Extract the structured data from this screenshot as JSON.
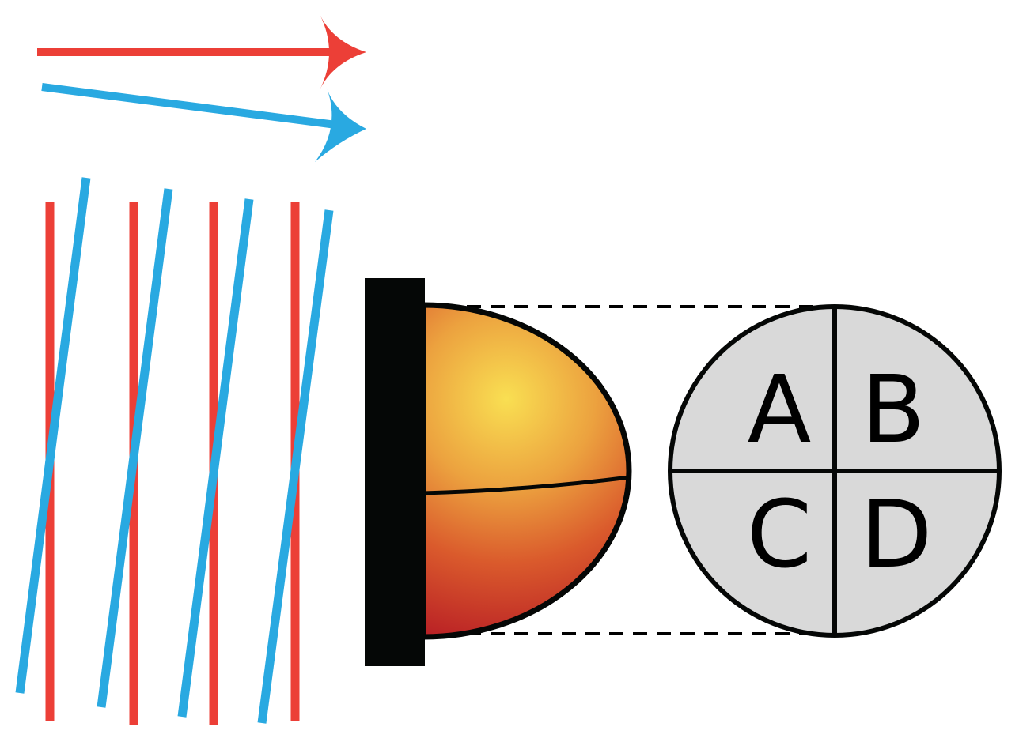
{
  "colors": {
    "red": "#ec3f37",
    "blue": "#29a9e1",
    "black": "#050706",
    "quadrant_fill": "#d9d9d9",
    "sphere_highlight": "#f9df52",
    "sphere_mid": "#e8893a",
    "sphere_dark": "#b81e25"
  },
  "icons": {
    "red_arrow": "arrow-right-icon",
    "blue_arrow": "arrow-right-icon"
  },
  "detector": {
    "quadrants": [
      "A",
      "B",
      "C",
      "D"
    ]
  }
}
